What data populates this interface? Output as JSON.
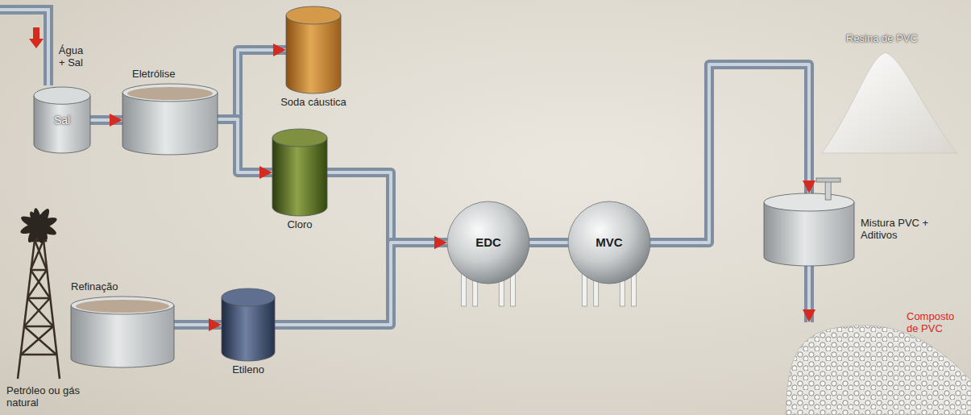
{
  "diagram": {
    "nodes": [
      {
        "text": [
          "Sal"
        ]
      },
      {
        "text": [
          "Eletrólise"
        ]
      },
      {
        "text": [
          "Soda cáustica"
        ]
      },
      {
        "text": [
          "Cloro"
        ]
      },
      {
        "text": [
          "Refinação"
        ]
      },
      {
        "text": [
          "Etileno"
        ]
      },
      {
        "text": [
          "EDC"
        ]
      },
      {
        "text": [
          "MVC"
        ]
      },
      {
        "text": [
          "Mistura PVC + Aditivos"
        ]
      },
      {
        "text": [
          "Resina de PVC"
        ]
      },
      {
        "text": [
          "Composto de PVC"
        ]
      }
    ],
    "edges": [
      {
        "from": 0,
        "to": 1,
        "arrow": "to"
      },
      {
        "from": 1,
        "to": 2,
        "arrow": "to"
      },
      {
        "from": 1,
        "to": 3,
        "arrow": "to"
      },
      {
        "from": 3,
        "to": 6,
        "arrow": "to"
      },
      {
        "from": 4,
        "to": 5,
        "arrow": "to"
      },
      {
        "from": 5,
        "to": 6,
        "arrow": "to"
      },
      {
        "from": 6,
        "to": 7,
        "arrow": "none"
      },
      {
        "from": 7,
        "to": 8,
        "arrow": "to"
      },
      {
        "from": 8,
        "to": 10,
        "arrow": "to"
      }
    ],
    "labels": [
      "Água + Sal",
      "Petróleo ou gás natural"
    ]
  }
}
